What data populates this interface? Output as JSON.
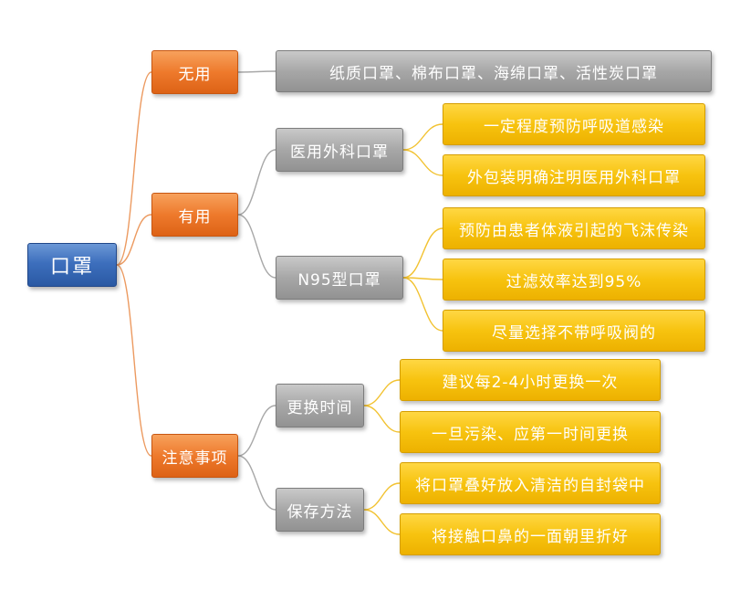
{
  "root": {
    "label": "口罩"
  },
  "categories": [
    {
      "label": "无用",
      "leaf": "纸质口罩、棉布口罩、海绵口罩、活性炭口罩"
    },
    {
      "label": "有用",
      "children": [
        {
          "label": "医用外科口罩",
          "leaves": [
            "一定程度预防呼吸道感染",
            "外包装明确注明医用外科口罩"
          ]
        },
        {
          "label": "N95型口罩",
          "leaves": [
            "预防由患者体液引起的飞沫传染",
            "过滤效率达到95%",
            "尽量选择不带呼吸阀的"
          ]
        }
      ]
    },
    {
      "label": "注意事项",
      "children": [
        {
          "label": "更换时间",
          "leaves": [
            "建议每2-4小时更换一次",
            "一旦污染、应第一时间更换"
          ]
        },
        {
          "label": "保存方法",
          "leaves": [
            "将口罩叠好放入清洁的自封袋中",
            "将接触口鼻的一面朝里折好"
          ]
        }
      ]
    }
  ],
  "colors": {
    "root": "#3d6fbd",
    "category": "#ee7a2c",
    "branch": "#999999",
    "leaf": "#f7c30f",
    "connector_root": "#ec9a60",
    "connector_sub": "#a8a8a8",
    "connector_leaf": "#f2c230"
  }
}
